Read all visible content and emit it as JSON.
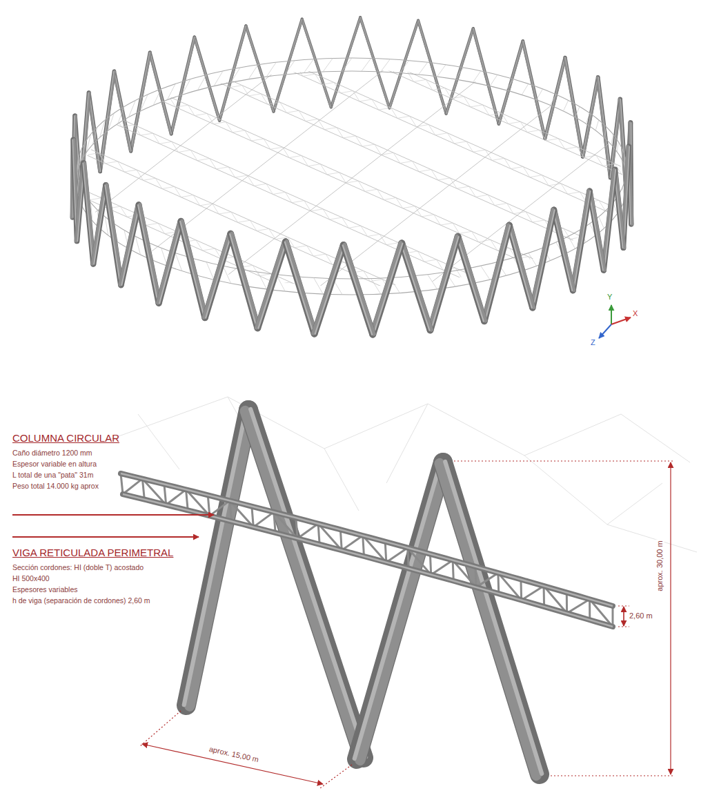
{
  "diagram": {
    "labels": [
      "Y",
      "X",
      "Z",
      "COLUMNA CIRCULAR",
      "Caño diámetro 1200 mm",
      "Espesor variable en altura",
      "L total de una \"pata\" 31m",
      "Peso total 14.000 kg aprox",
      "VIGA RETICULADA PERIMETRAL",
      "Sección cordones: HI (doble T) acostado",
      "HI 500x400",
      "Espesores variables",
      "h de viga (separación de cordones) 2,60 m",
      "aprox. 30,00 m",
      "2,60 m",
      "aprox. 15,00 m"
    ]
  }
}
